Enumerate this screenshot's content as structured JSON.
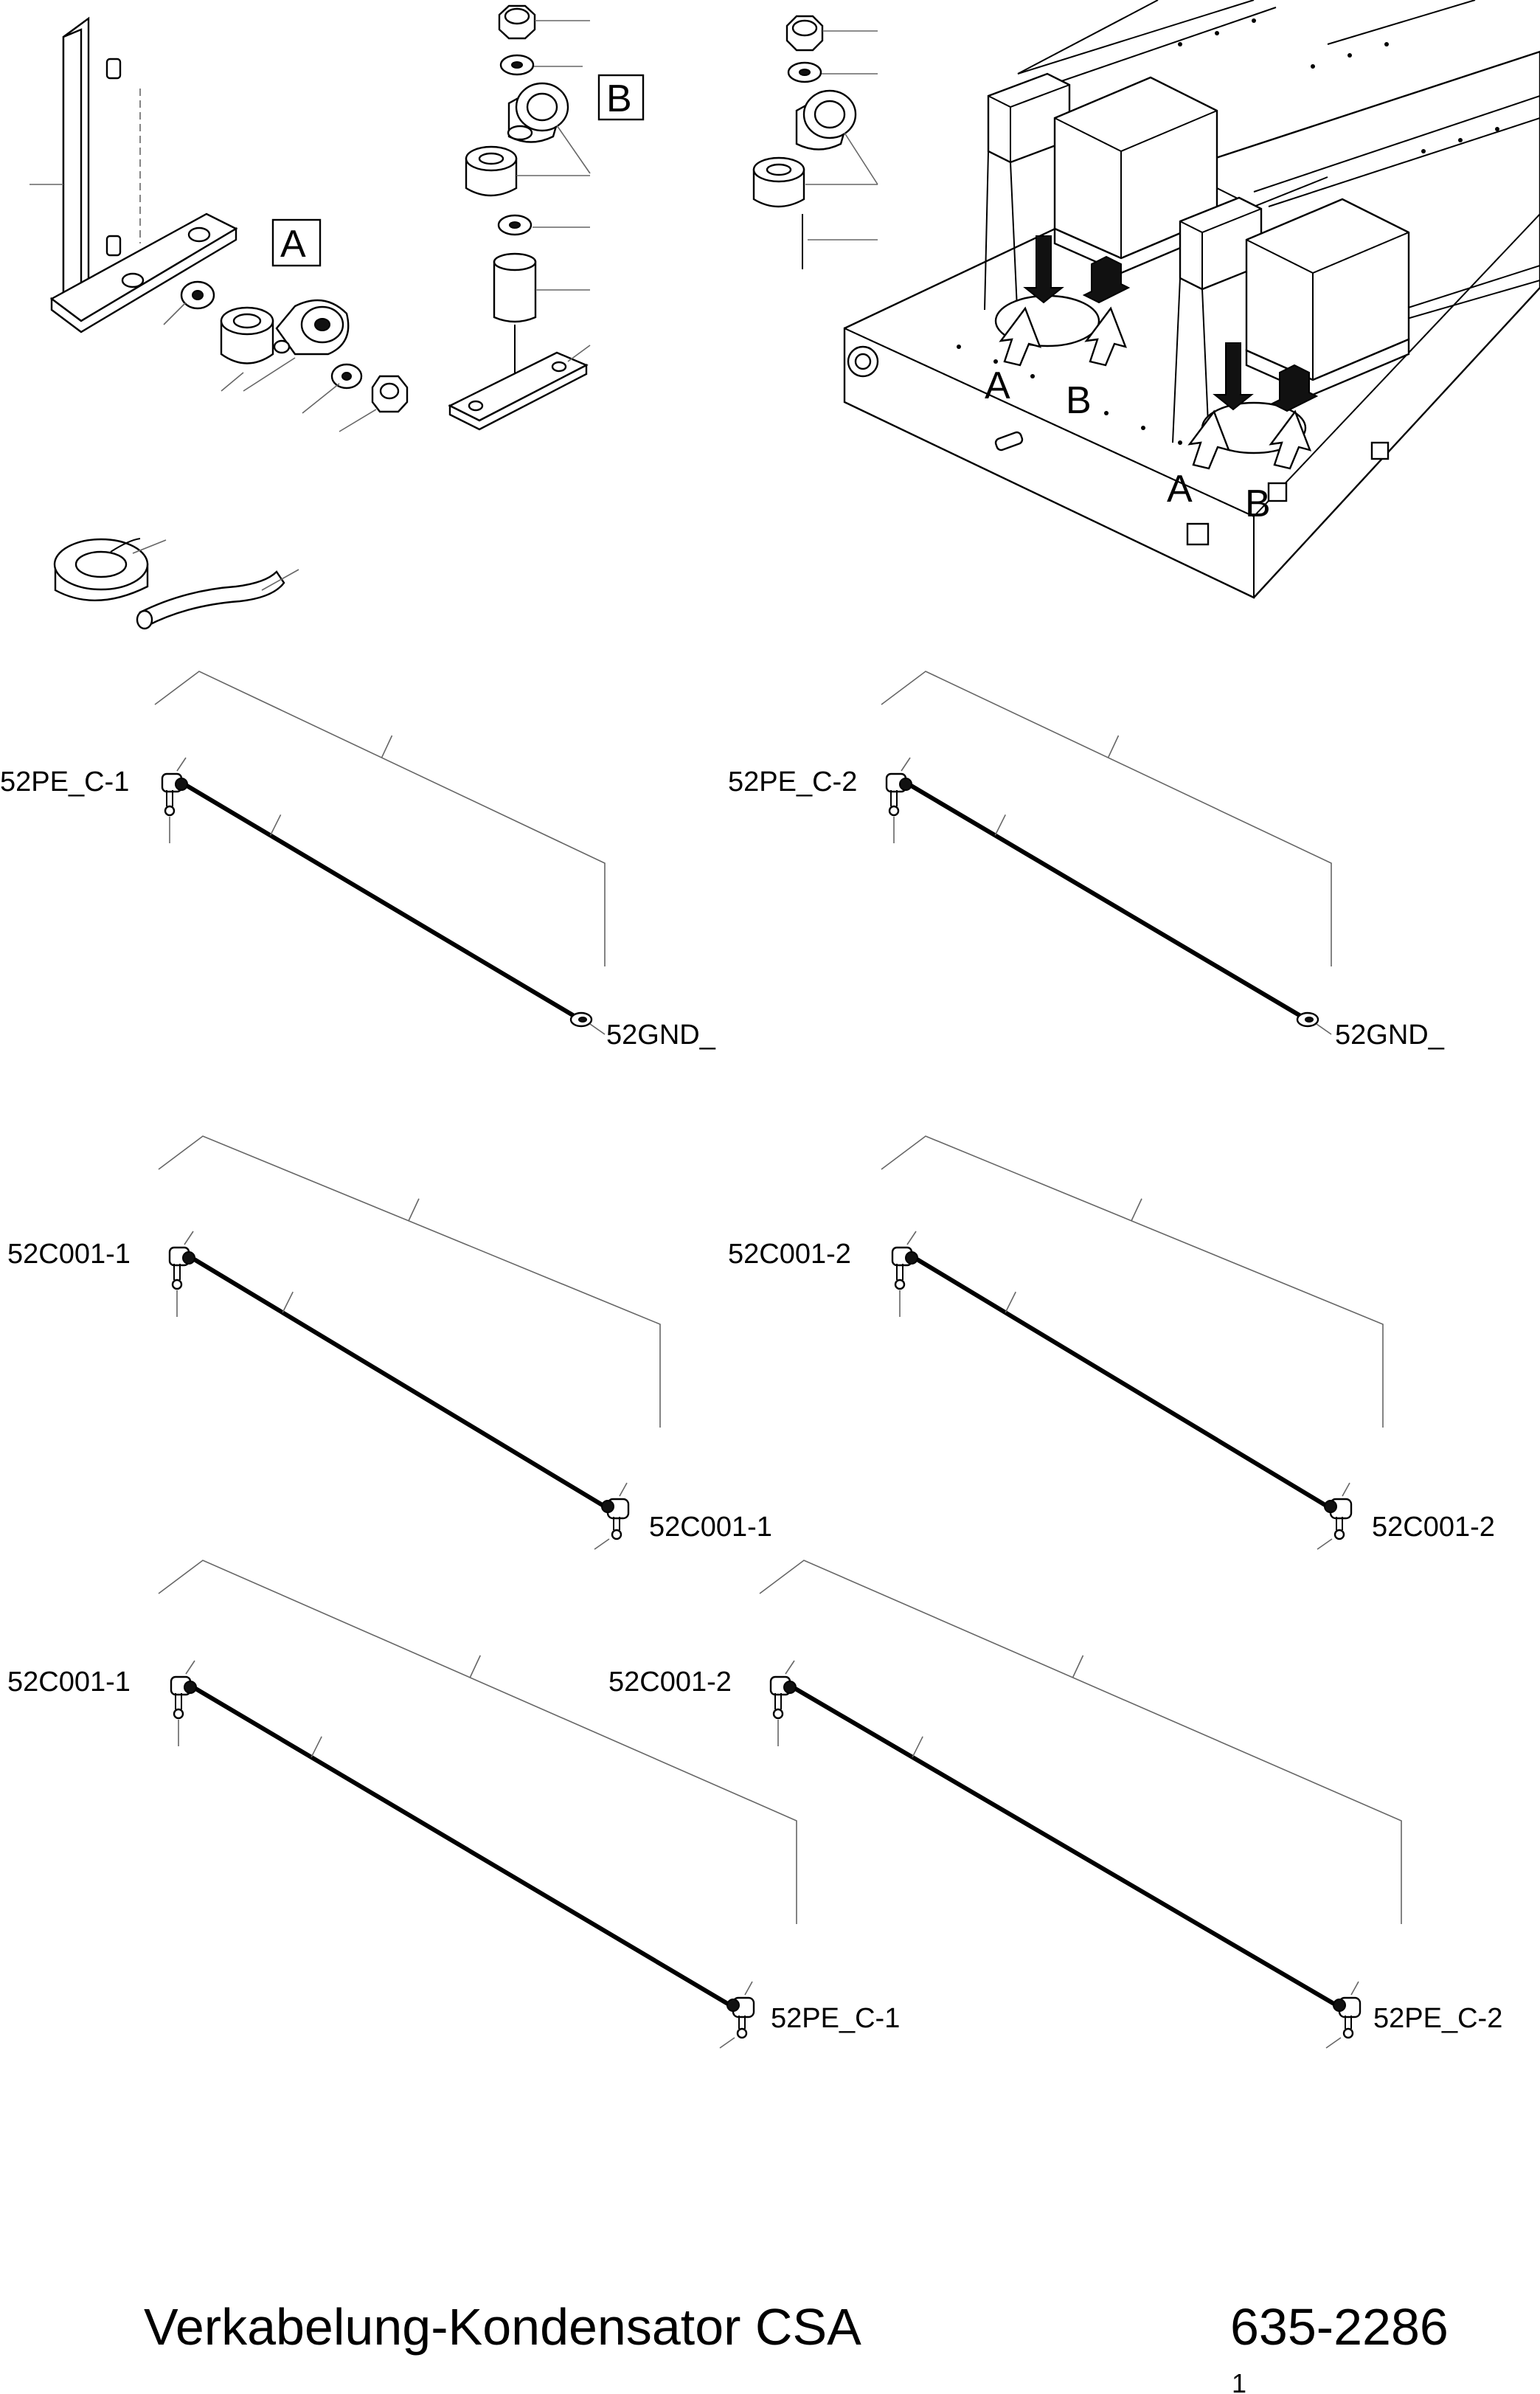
{
  "detail_labels": {
    "a": "A",
    "b": "B"
  },
  "callouts": {
    "a1": "A",
    "b1": "B",
    "a2": "A",
    "b2": "B"
  },
  "cables": [
    {
      "start": "52PE_C-1",
      "end": "52GND_"
    },
    {
      "start": "52PE_C-2",
      "end": "52GND_"
    },
    {
      "start": "52C001-1",
      "end": "52C001-1"
    },
    {
      "start": "52C001-2",
      "end": "52C001-2"
    },
    {
      "start": "52C001-1",
      "end": "52PE_C-1"
    },
    {
      "start": "52C001-2",
      "end": "52PE_C-2"
    }
  ],
  "footer": {
    "title": "Verkabelung-Kondensator CSA",
    "number": "635-2286",
    "sheet": "1"
  }
}
